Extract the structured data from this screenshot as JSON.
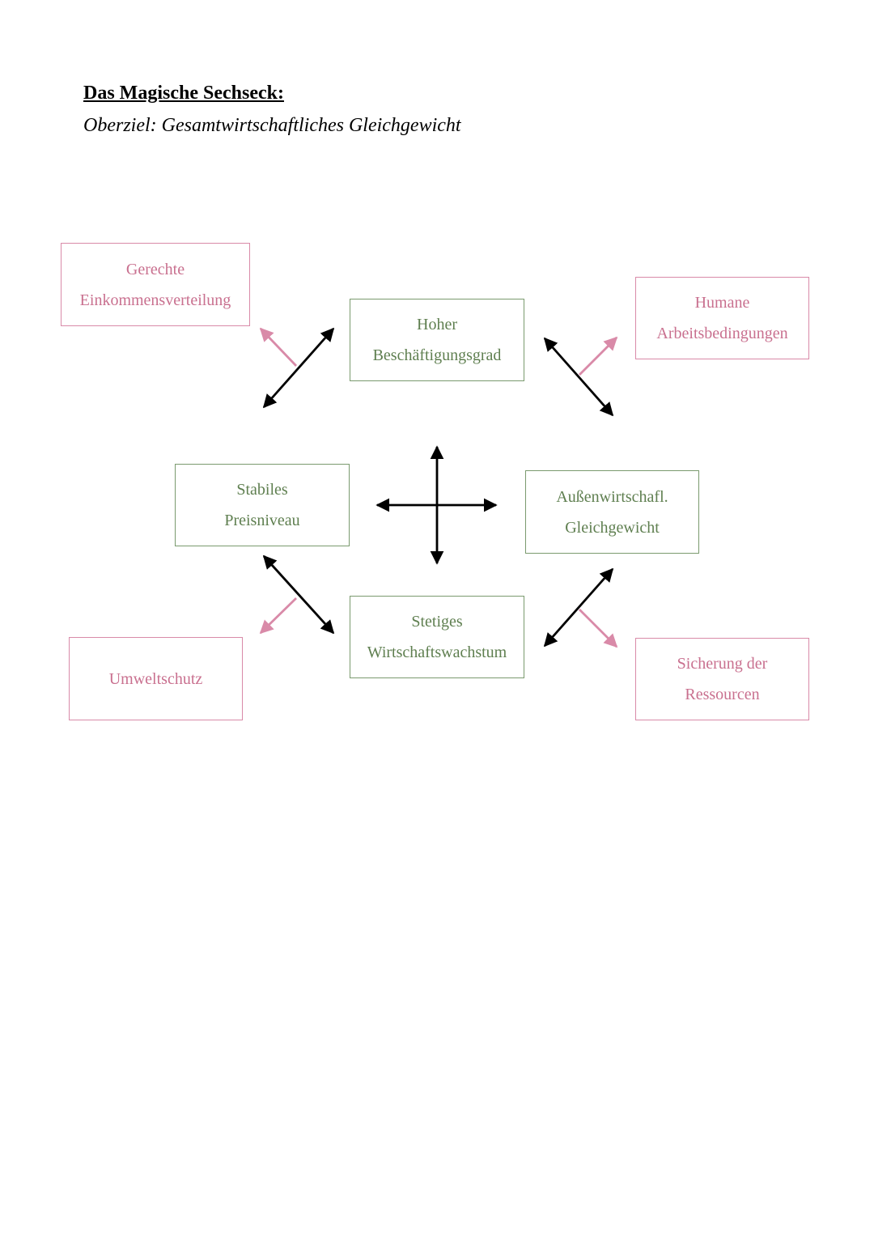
{
  "header": {
    "title": "Das Magische Sechseck:",
    "subtitle": "Oberziel: Gesamtwirtschaftliches Gleichgewicht"
  },
  "colors": {
    "main_goal": "#5f7f50",
    "extension_goal": "#c9708f",
    "conflict_arrow": "#000000",
    "extension_arrow": "#d98aa8"
  },
  "main_goals": [
    {
      "line1": "Hoher",
      "line2": "Beschäftigungsgrad"
    },
    {
      "line1": "Stabiles",
      "line2": "Preisniveau"
    },
    {
      "line1": "Außenwirtschafl.",
      "line2": "Gleichgewicht"
    },
    {
      "line1": "Stetiges",
      "line2": "Wirtschaftswachstum"
    }
  ],
  "extension_goals": [
    {
      "line1": "Gerechte",
      "line2": "Einkommensverteilung"
    },
    {
      "line1": "Humane",
      "line2": "Arbeitsbedingungen"
    },
    {
      "line1": "Umweltschutz",
      "line2": ""
    },
    {
      "line1": "Sicherung der",
      "line2": "Ressourcen"
    }
  ]
}
